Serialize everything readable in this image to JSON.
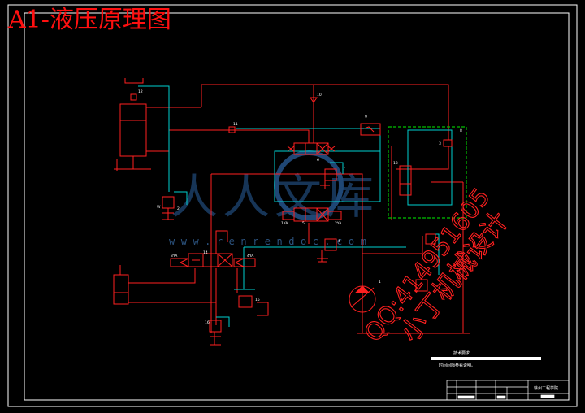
{
  "drawing": {
    "title": "A1-液压原理图",
    "watermark_site": "www.renrendoc.com",
    "watermark_logo": "人人文库",
    "stamp_qq": "QQ:414951605",
    "stamp_name": "小丁机械设计"
  },
  "notes": {
    "heading": "技术要求",
    "line1": "时间间隔参看说明。"
  },
  "title_block": {
    "school": "徐州工程学院"
  },
  "labels": {
    "valve_left_1": "3YA",
    "valve_left_2": "4YA",
    "valve_mid_1": "1YA",
    "valve_mid_2": "2YA",
    "code_12": "12",
    "code_11": "11",
    "code_10": "10",
    "code_9": "9",
    "code_8": "8",
    "code_7": "7",
    "code_6": "6",
    "code_5": "5",
    "code_4": "4",
    "code_3": "3",
    "code_2": "2",
    "code_1": "1",
    "code_13": "13",
    "code_14": "14",
    "code_15": "15",
    "code_16": "16",
    "code_w": "W"
  },
  "colors": {
    "background": "#000000",
    "frame": "#ffffff",
    "line_red": "#ff2020",
    "line_cyan": "#00d0d0",
    "line_green": "#00c000",
    "title_red": "#ff1010",
    "watermark": "#3a6ea8",
    "stamp_red": "#ff2020"
  }
}
